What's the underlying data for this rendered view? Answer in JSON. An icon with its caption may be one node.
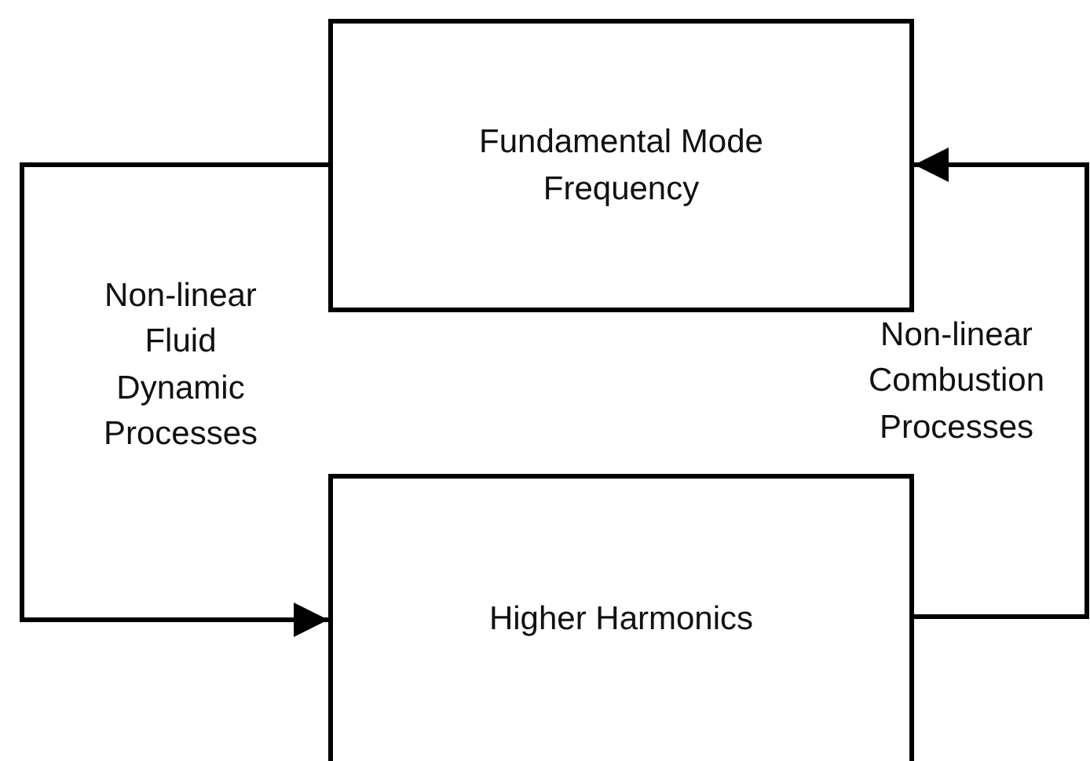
{
  "diagram": {
    "nodes": [
      {
        "text": [
          "Fundamental Mode Frequency"
        ]
      },
      {
        "text": [
          "Higher Harmonics"
        ]
      }
    ],
    "edges": [
      {
        "from": 0,
        "to": 1,
        "arrow": "to",
        "label": "Non-linear Fluid Dynamic Processes"
      },
      {
        "from": 1,
        "to": 0,
        "arrow": "to",
        "label": "Non-linear Combustion Processes"
      }
    ]
  }
}
